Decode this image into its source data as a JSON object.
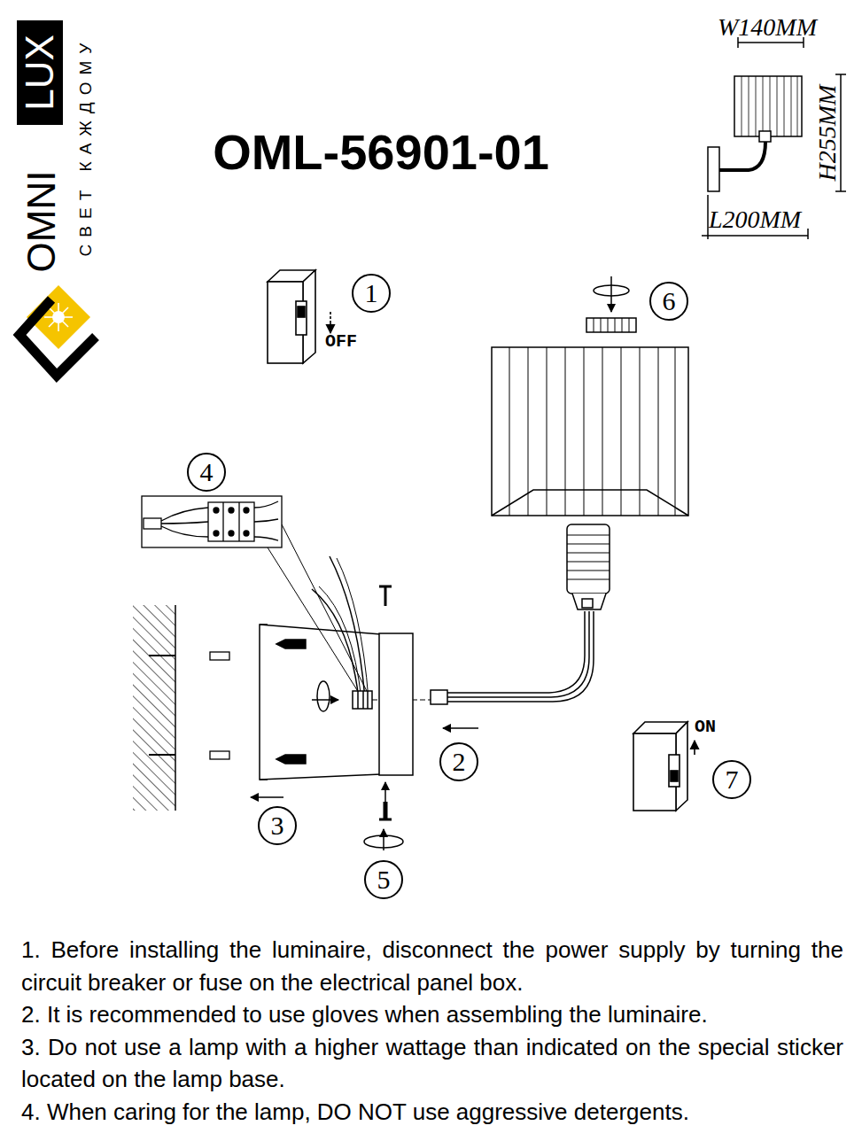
{
  "diagram": {
    "title": "OML-56901-01",
    "nodes": [
      {
        "text": [
          "LUX"
        ]
      },
      {
        "text": [
          "1"
        ]
      },
      {
        "text": [
          "2"
        ]
      },
      {
        "text": [
          "3"
        ]
      },
      {
        "text": [
          "4"
        ]
      },
      {
        "text": [
          "5"
        ]
      },
      {
        "text": [
          "6"
        ]
      },
      {
        "text": [
          "7"
        ]
      }
    ],
    "labels": [
      "OMNI",
      "СВЕТ КАЖДОМУ",
      "W140MM",
      "H255MM",
      "L200MM",
      "OFF",
      "ON",
      "1. Before installing the luminaire, disconnect the power supply by turning the circuit breaker or fuse on the electrical panel box.",
      "2. It is recommended to use gloves when assembling the luminaire.",
      "3. Do not use a lamp with a higher wattage than indicated on the special sticker located on the lamp base.",
      "4. When caring for the lamp, DO NOT use aggressive detergents."
    ]
  }
}
